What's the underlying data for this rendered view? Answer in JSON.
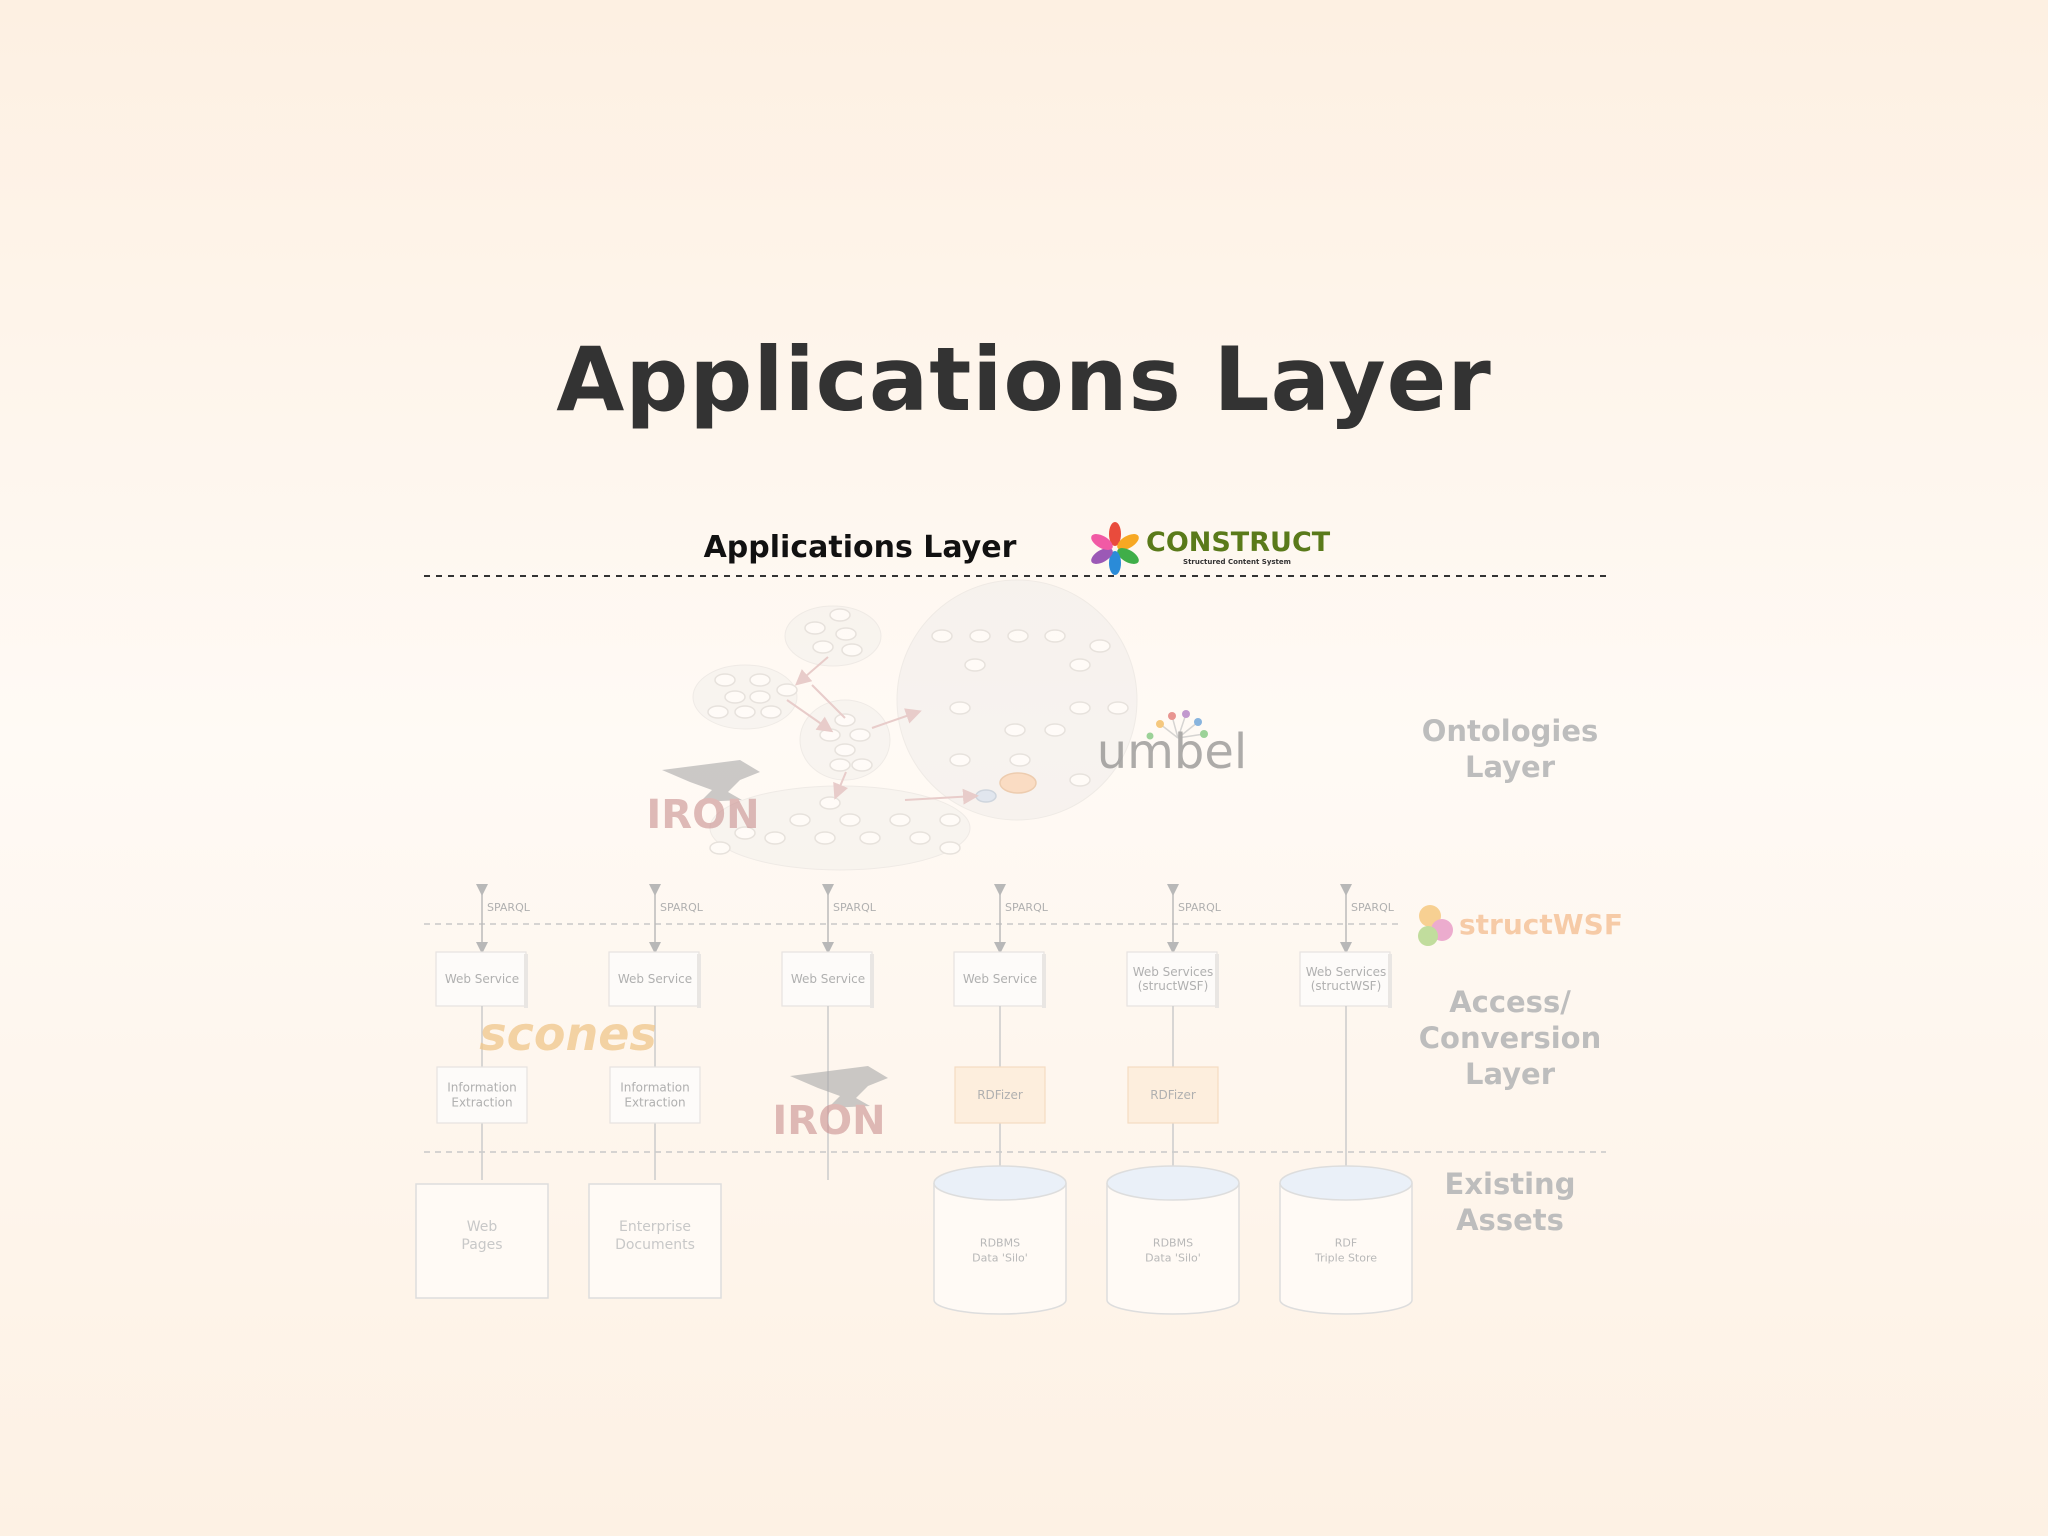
{
  "slide": {
    "title": "Applications Layer"
  },
  "diagram": {
    "top_layer_label": "Applications Layer",
    "construct_logo": {
      "name": "CONSTRUCT",
      "tagline": "Structured Content System"
    },
    "umbel_logo": "umbel",
    "iron_logo": "IRON",
    "scones_logo": "scones",
    "structwsf_logo": "structWSF",
    "layers": {
      "ontologies": [
        "Ontologies",
        "Layer"
      ],
      "access": [
        "Access/",
        "Conversion",
        "Layer"
      ],
      "existing": [
        "Existing",
        "Assets"
      ]
    },
    "sparql_label": "SPARQL",
    "columns": [
      {
        "service": [
          "Web Service"
        ],
        "middle": [
          "Information",
          "Extraction"
        ],
        "asset": [
          "Web",
          "Pages"
        ]
      },
      {
        "service": [
          "Web Service"
        ],
        "middle": [
          "Information",
          "Extraction"
        ],
        "asset": [
          "Enterprise",
          "Documents"
        ]
      },
      {
        "service": [
          "Web Service"
        ],
        "middle": [],
        "asset": []
      },
      {
        "service": [
          "Web Service"
        ],
        "middle": [
          "RDFizer"
        ],
        "asset": [
          "RDBMS",
          "Data 'Silo'"
        ]
      },
      {
        "service": [
          "Web Services",
          "(structWSF)"
        ],
        "middle": [
          "RDFizer"
        ],
        "asset": [
          "RDBMS",
          "Data 'Silo'"
        ]
      },
      {
        "service": [
          "Web Services",
          "(structWSF)"
        ],
        "middle": [],
        "asset": [
          "RDF",
          "Triple Store"
        ]
      }
    ],
    "colors": {
      "construct_green": "#5a7a1a",
      "iron_red": "#c99a9a",
      "scones_orange": "#f0c68a",
      "structwsf_orange": "#f4b888",
      "layer_gray": "#bdbdbd"
    }
  }
}
